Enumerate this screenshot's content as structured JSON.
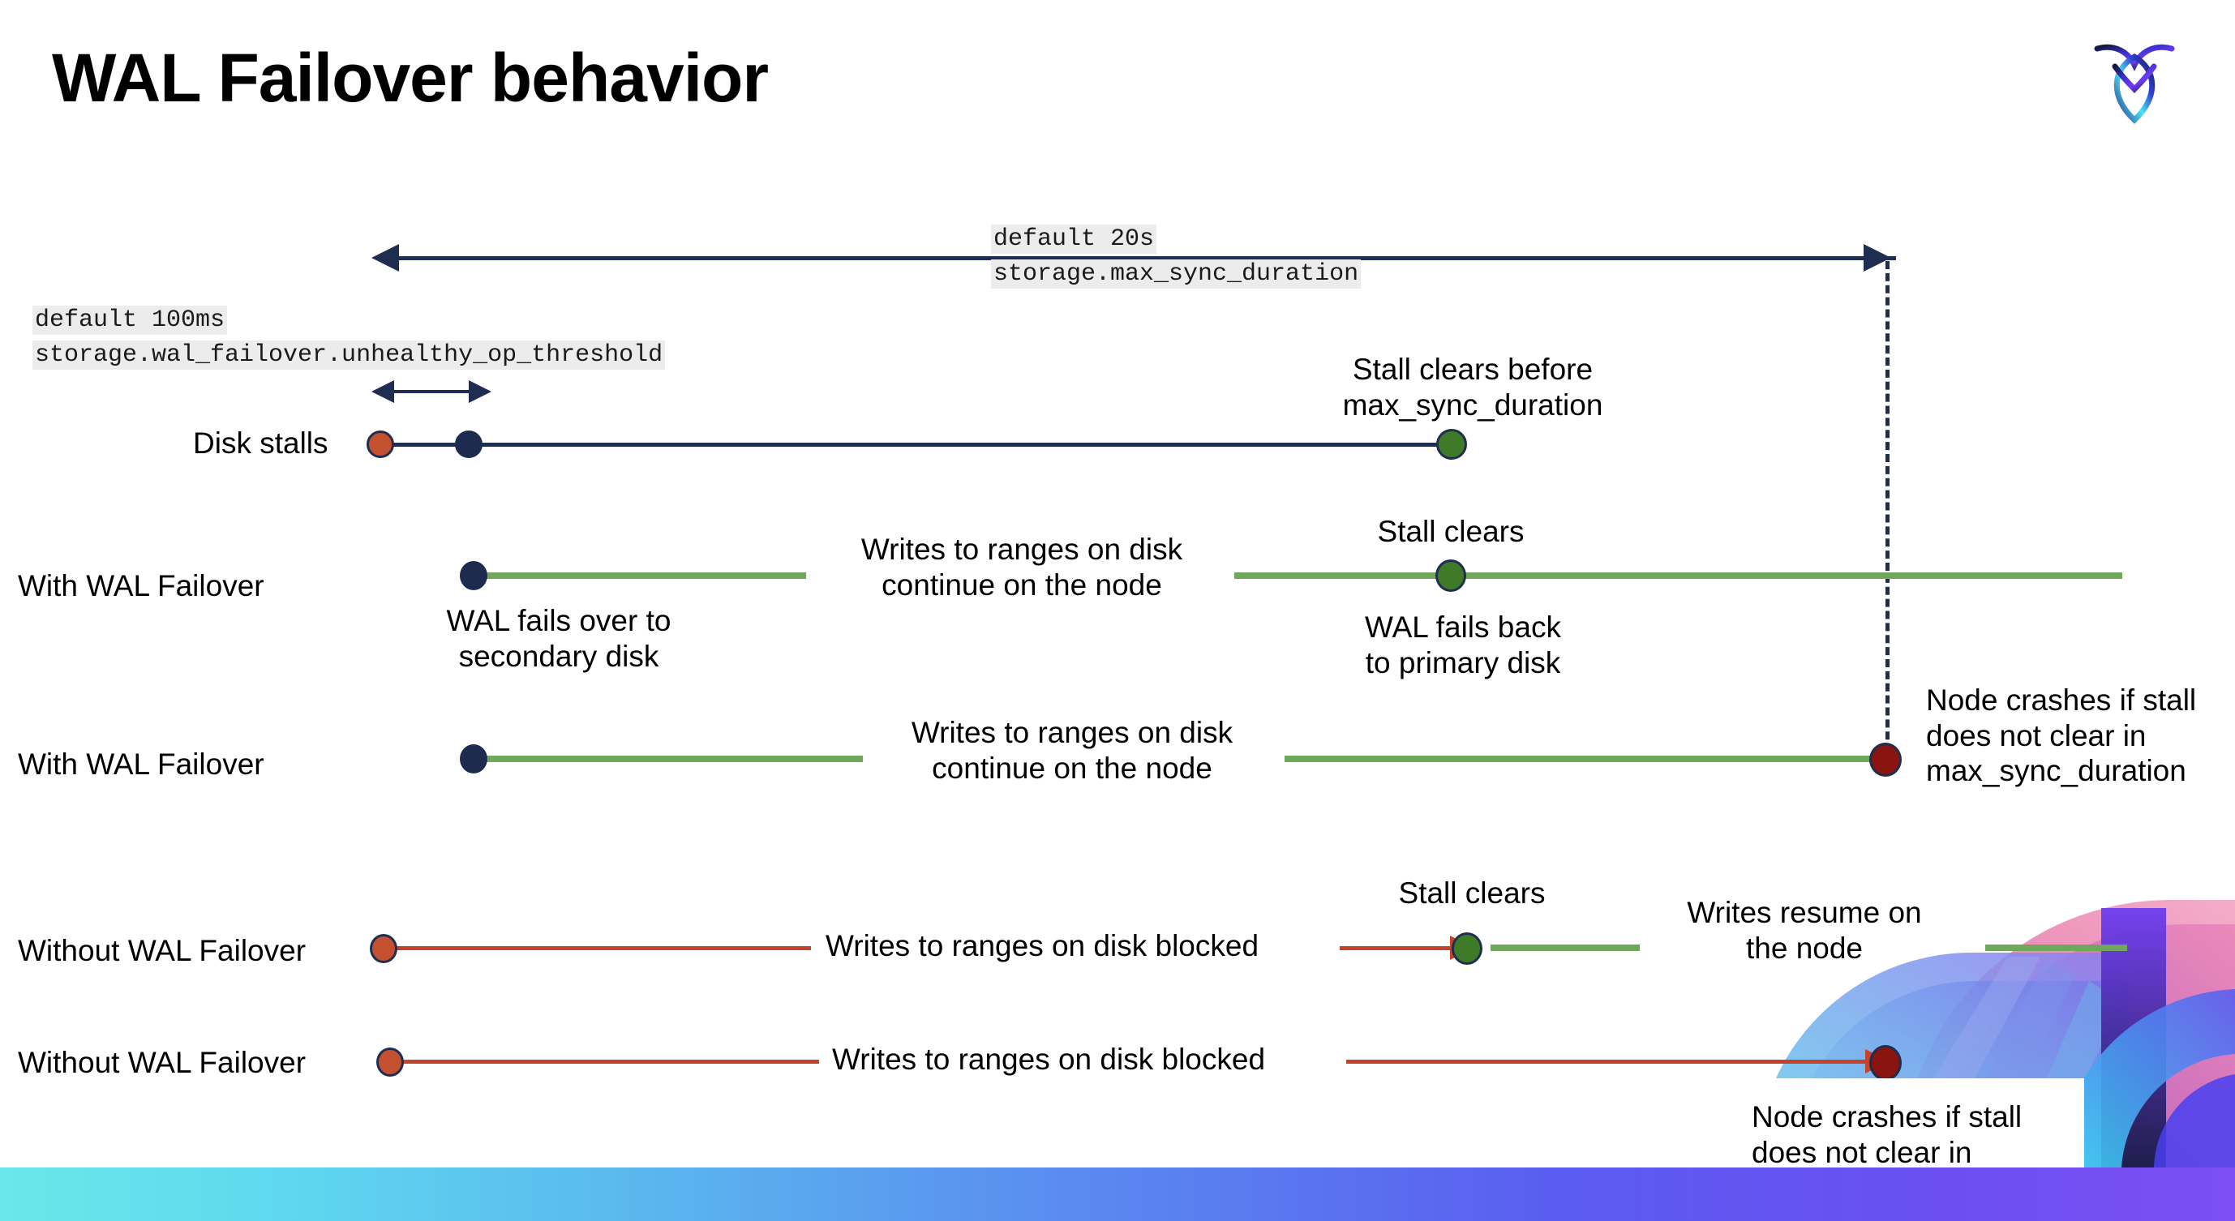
{
  "slide": {
    "title": "WAL Failover behavior",
    "logo_name": "cockroachdb-logo"
  },
  "annotations": {
    "max_sync": {
      "line1": "default 20s",
      "line2": "storage.max_sync_duration"
    },
    "unhealthy_threshold": {
      "line1": "default 100ms",
      "line2": "storage.wal_failover.unhealthy_op_threshold"
    }
  },
  "rows": [
    {
      "label": "Disk stalls",
      "note_right": "Stall clears before\nmax_sync_duration"
    },
    {
      "label": "With WAL Failover",
      "note_below_start": "WAL fails over to\nsecondary disk",
      "note_mid": "Writes to ranges on disk\ncontinue on the node",
      "note_above_clear": "Stall clears",
      "note_below_clear": "WAL fails  back\nto primary disk"
    },
    {
      "label": "With WAL Failover",
      "note_mid": "Writes to ranges on disk\ncontinue on the node",
      "note_right": "Node crashes if stall\ndoes not clear in\nmax_sync_duration"
    },
    {
      "label": "Without WAL Failover",
      "note_mid": "Writes to ranges on disk  blocked",
      "note_above_clear": "Stall clears",
      "note_resume": "Writes resume on\nthe node"
    },
    {
      "label": "Without WAL Failover",
      "note_mid": "Writes to ranges on disk  blocked",
      "note_crash": "Node crashes if stall\ndoes not clear in\nmax_sync_duration"
    }
  ],
  "colors": {
    "navy": "#1f2d50",
    "green_line": "#6fa85a",
    "green_dot": "#3f7a29",
    "red_line": "#c3442a",
    "orange_dot": "#c3502e",
    "dark_red_dot": "#8a1410",
    "code_bg": "#ececec"
  }
}
